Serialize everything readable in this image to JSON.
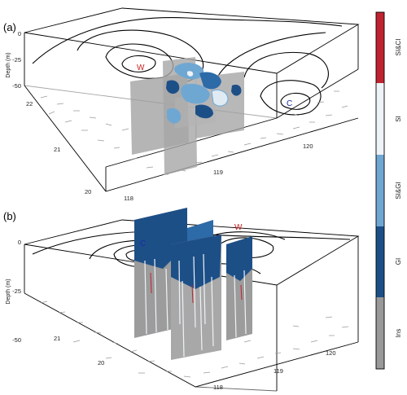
{
  "panels": [
    {
      "label": "(a)",
      "warm_label": "W",
      "cold_label": "C",
      "depth_axis_title": "Depth (m)",
      "depth_ticks": [
        "0",
        "-25",
        "-50"
      ],
      "lat_ticks": [
        "22",
        "21",
        "20"
      ],
      "lon_ticks": [
        "118",
        "119",
        "120"
      ]
    },
    {
      "label": "(b)",
      "warm_label": "W",
      "cold_label": "C",
      "depth_axis_title": "Depth (m)",
      "depth_ticks": [
        "0",
        "-25",
        "-50"
      ],
      "lat_ticks": [
        "21",
        "20"
      ],
      "lon_ticks": [
        "118",
        "119",
        "120"
      ]
    }
  ],
  "colorbar": {
    "categories": [
      {
        "label": "SI&CI",
        "color": "#c0232f"
      },
      {
        "label": "SI",
        "color": "#eef3f7"
      },
      {
        "label": "SI&GI",
        "color": "#6fa7d3"
      },
      {
        "label": "GI",
        "color": "#1d4f87"
      },
      {
        "label": "Ins",
        "color": "#999999"
      }
    ]
  },
  "colors": {
    "slice_gray": "#9c9c9c",
    "warm_text": "#cc1f1f",
    "cold_text": "#1a2aa8"
  }
}
